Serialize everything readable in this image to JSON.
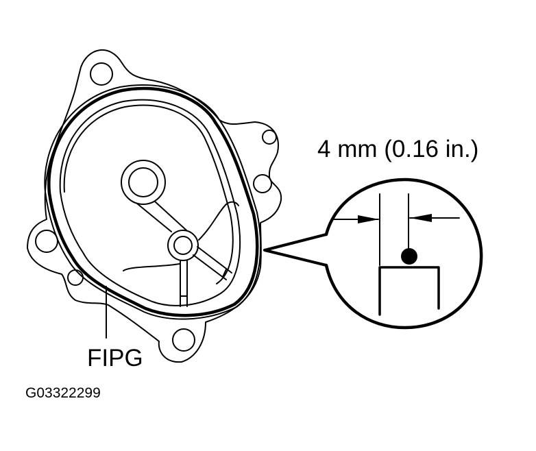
{
  "diagram": {
    "subject": "Water pump gasket surface with FIPG bead (illustration)",
    "labels": {
      "dimension": "4 mm (0.16 in.)",
      "sealant": "FIPG",
      "figure_code": "G03322299"
    },
    "colors": {
      "line": "#000000",
      "background": "#ffffff"
    }
  }
}
